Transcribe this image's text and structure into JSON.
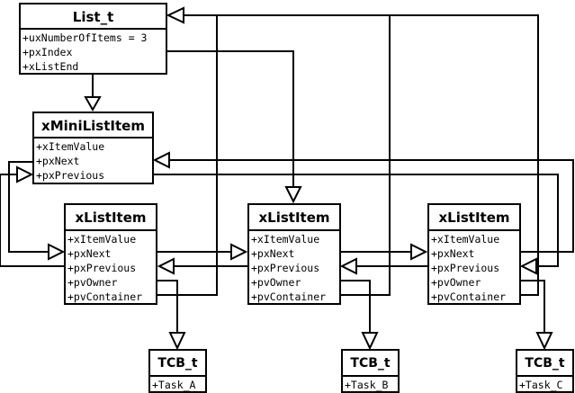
{
  "list": {
    "title": "List_t",
    "fields": [
      "+uxNumberOfItems = 3",
      "+pxIndex",
      "+xListEnd"
    ]
  },
  "mini": {
    "title": "xMiniListItem",
    "fields": [
      "+xItemValue",
      "+pxNext",
      "+pxPrevious"
    ]
  },
  "items": [
    {
      "title": "xListItem",
      "fields": [
        "+xItemValue",
        "+pxNext",
        "+pxPrevious",
        "+pvOwner",
        "+pvContainer"
      ]
    },
    {
      "title": "xListItem",
      "fields": [
        "+xItemValue",
        "+pxNext",
        "+pxPrevious",
        "+pvOwner",
        "+pvContainer"
      ]
    },
    {
      "title": "xListItem",
      "fields": [
        "+xItemValue",
        "+pxNext",
        "+pxPrevious",
        "+pvOwner",
        "+pvContainer"
      ]
    }
  ],
  "tcbs": [
    {
      "title": "TCB_t",
      "fields": [
        "+Task_A"
      ]
    },
    {
      "title": "TCB_t",
      "fields": [
        "+Task_B"
      ]
    },
    {
      "title": "TCB_t",
      "fields": [
        "+Task_C"
      ]
    }
  ]
}
